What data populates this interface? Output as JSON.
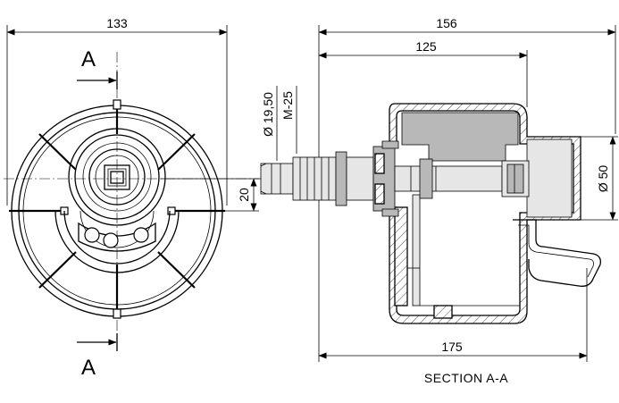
{
  "dimensions": {
    "front_width": "133",
    "overall_length": "156",
    "body_length": "125",
    "total_length": "175",
    "diameter_small": "Ø 19,50",
    "thread": "M-25",
    "height_20": "20",
    "diameter_50": "Ø 50"
  },
  "labels": {
    "section_top": "A",
    "section_bottom": "A",
    "caption": "SECTION A-A"
  }
}
